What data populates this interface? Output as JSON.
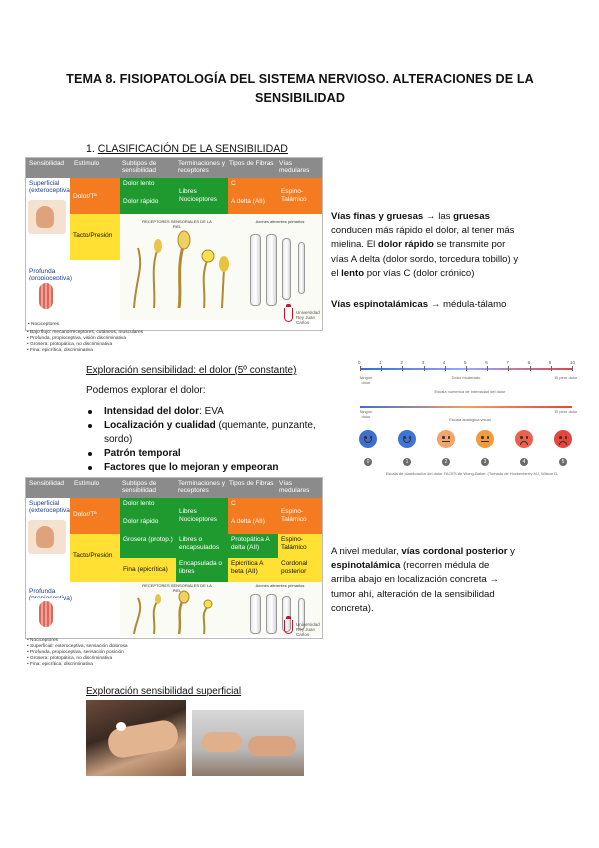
{
  "title": "TEMA 8. FISIOPATOLOGÍA DEL SISTEMA NERVIOSO. ALTERACIONES DE LA SENSIBILIDAD",
  "section1": {
    "number": "1.",
    "heading": "CLASIFICACIÓN DE LA SENSIBILIDAD"
  },
  "table1": {
    "headers": [
      "Sensibilidad",
      "Estímulo",
      "Subtipos de sensibilidad",
      "Terminaciones y receptores",
      "Tipos de Fibras",
      "Vías medulares"
    ],
    "sensibilidad_superficial": "Superficial (exteroceptiva)",
    "dolor": "Dolor/Tª",
    "dolor_lento": "Dolor lento",
    "dolor_rapido": "Dolor rápido",
    "libres": "Libres Nociceptores",
    "fibra_c": "C",
    "fibra_adelta": "A delta (AII)",
    "espino": "Espino-Talámico",
    "tacto": "Tacto/Presión",
    "profunda": "Profunda (propioceptiva)",
    "piel_label": "RECEPTORES SENSORIALES DE LA PIEL",
    "fibras_label": "Axones aferentes primarios",
    "bullets": [
      "• Nociceptores",
      "• Bajo flujo: mecanorreceptores, cutáneos, musculares",
      "• Profunda, propioceptiva, visión discriminativa",
      "• Grosera: protopática, no discriminativa",
      "• Fina: epicrítica, discriminativa"
    ],
    "logo": "Universidad Rey Juan Carlos"
  },
  "side1": {
    "p1_b1": "Vías finas y gruesas",
    "p1_arrow": " → las ",
    "p1_b2": "gruesas",
    "p1_t1": " conducen más rápido el dolor, al tener más mielina. El ",
    "p1_b3": "dolor rápido",
    "p1_t2": " se transmite por vías A delta (dolor sordo, torcedura tobillo) y el ",
    "p1_b4": "lento",
    "p1_t3": " por vías C (dolor crónico)",
    "p2_b": "Vías espinotalámicas",
    "p2_t": " → médula-tálamo"
  },
  "section2": {
    "heading": "Exploración sensibilidad: el dolor (5º constante)",
    "intro": "Podemos explorar el dolor:",
    "bullets": [
      {
        "bold": "Intensidad del dolor",
        "rest": ": EVA"
      },
      {
        "bold": "Localización y cualidad",
        "rest": " (quemante, punzante, sordo)"
      },
      {
        "bold": "Patrón temporal",
        "rest": ""
      },
      {
        "bold": "Factores que lo mejoran y empeoran",
        "rest": ""
      }
    ]
  },
  "pain_scale": {
    "numbers": [
      "0",
      "1",
      "2",
      "3",
      "4",
      "5",
      "6",
      "7",
      "8",
      "9",
      "10"
    ],
    "left": "Ningún dolor",
    "middle": "Dolor moderado",
    "right": "El peor dolor",
    "caption1": "Escala numérica de intensidad del dolor",
    "caption2": "Escala analógica visual",
    "faces_numbers": [
      "0",
      "1",
      "2",
      "3",
      "4",
      "5"
    ],
    "faces_caption": "Escala de clasificación del dolor FACES de Wong-Baker. (Tomado de Hockenberry MJ, Wilson D,",
    "colors": [
      "#3d6fd0",
      "#3f75d8",
      "#f3a46a",
      "#f29a3f",
      "#ee5f4c",
      "#e2463c"
    ]
  },
  "table2": {
    "headers": [
      "Sensibilidad",
      "Estímulo",
      "Subtipos de sensibilidad",
      "Terminaciones y receptores",
      "Tipos de Fibras",
      "Vías medulares"
    ],
    "superficial": "Superficial (exteroceptiva)",
    "dolor": "Dolor/Tª",
    "dolor_lento": "Dolor lento",
    "dolor_rapido": "Dolor rápido",
    "libres": "Libres Nociceptores",
    "fibra_c": "C",
    "fibra_adelta": "A delta (AII)",
    "espino": "Espino-Talámico",
    "tacto": "Tacto/Presión",
    "grosera": "Grosera (protop.)",
    "libres_encap": "Libres o encapsulados",
    "protopatica": "Protopática A delta (AII)",
    "espino2": "Espino-Talámico",
    "fina": "Fina (epicrítica)",
    "encapsulada": "Encapsulada o libres",
    "epicritica": "Epicrítica A beta (AII)",
    "cordonal": "Cordonal posterior",
    "profunda": "Profunda (propioceptiva)",
    "piel_label": "RECEPTORES SENSORIALES DE LA PIEL",
    "fibras_label": "Axones aferentes primarios",
    "bullets": [
      "• Nociceptores",
      "• Superficial: exteroceptiva, sensación dolorosa",
      "• Profunda, propioceptiva, sensación posición",
      "• Grosera: protopática, no discriminativa",
      "• Fina: epicrítica, discriminativa"
    ],
    "logo": "Universidad Rey Juan Carlos"
  },
  "side2": {
    "t1": "A nivel medular, ",
    "b1": "vías cordonal posterior",
    "t2": " y ",
    "b2": "espinotalámica",
    "t3": " (recorren médula de arriba abajo en localización concreta → tumor ahí, alteración de la sensibilidad concreta)."
  },
  "section3": {
    "heading": "Exploración sensibilidad superficial"
  }
}
